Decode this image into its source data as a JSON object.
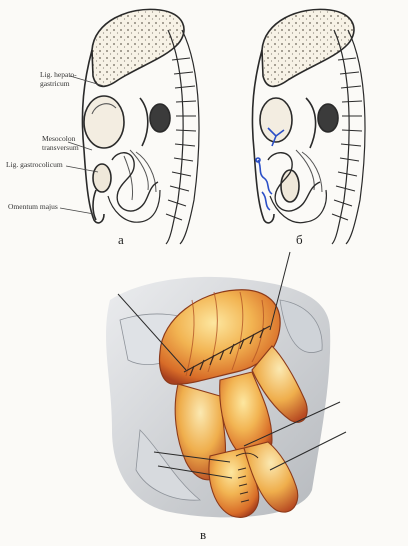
{
  "figure": {
    "labels": {
      "lig_hepatogastricum": "Lig. hepato-\ngastricum",
      "mesocolon_transversum": "Mesocolon\ntransversum",
      "lig_gastrocolicum": "Lig. gastrocolicum",
      "omentum_majus": "Omentum majus"
    },
    "panels": {
      "a": "а",
      "b": "б",
      "c": "в"
    },
    "colors": {
      "ink": "#2a2a2a",
      "organ_light": "#f6f1e6",
      "shading": "#8a8478",
      "suture_blue": "#2b4fc7",
      "intestine_orange": "#e8862f",
      "intestine_yellow": "#f4c35a",
      "intestine_red": "#c44a2a",
      "drape_gray": "#c9cdd3"
    }
  }
}
